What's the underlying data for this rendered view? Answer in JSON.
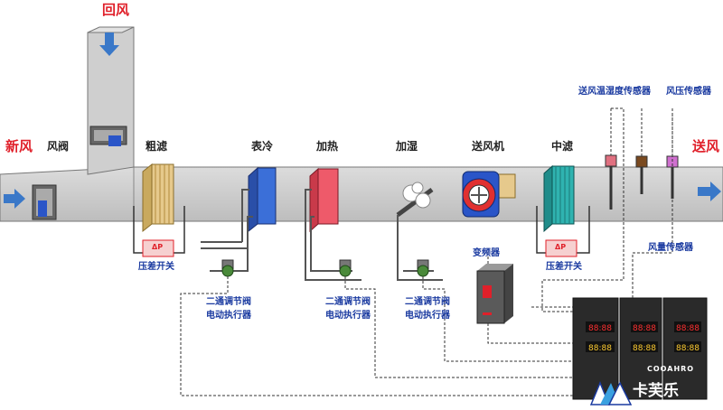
{
  "labels": {
    "return_air": "回风",
    "fresh_air": "新风",
    "supply_air": "送风",
    "damper": "风阀",
    "coarse_filter": "粗滤",
    "surface_cooler": "表冷",
    "heater": "加热",
    "humidifier": "加湿",
    "fan": "送风机",
    "medium_filter": "中滤",
    "supply_temp_humidity_sensor": "送风温湿度传感器",
    "air_pressure_sensor": "风压传感器",
    "air_volume_sensor": "风量传感器",
    "vfd": "变频器",
    "pressure_switch_1": "压差开关",
    "pressure_switch_2": "压差开关",
    "switch_tag_1": "ΔP",
    "switch_tag_2": "ΔP",
    "valve_1_line1": "二通调节阀",
    "valve_1_line2": "电动执行器",
    "valve_2_line1": "二通调节阀",
    "valve_2_line2": "电动执行器",
    "valve_3_line1": "二通调节阀",
    "valve_3_line2": "电动执行器",
    "brand_name": "卡芙乐",
    "brand_en": "COOAHRO"
  },
  "colors": {
    "duct": "#c9c9c9",
    "duct_edge": "#777777",
    "coarse_filter": "#e6c98c",
    "cooling_coil": "#3b6fd8",
    "heating_coil": "#ee5a6a",
    "medium_filter": "#2fb3b0",
    "fan_blue": "#2a55c8",
    "fan_red": "#e03030",
    "arrow": "#3a78c8",
    "accent_red": "#e0202a"
  },
  "controller_icons": [
    "display-panel-icon",
    "display-panel-icon",
    "display-panel-icon"
  ]
}
